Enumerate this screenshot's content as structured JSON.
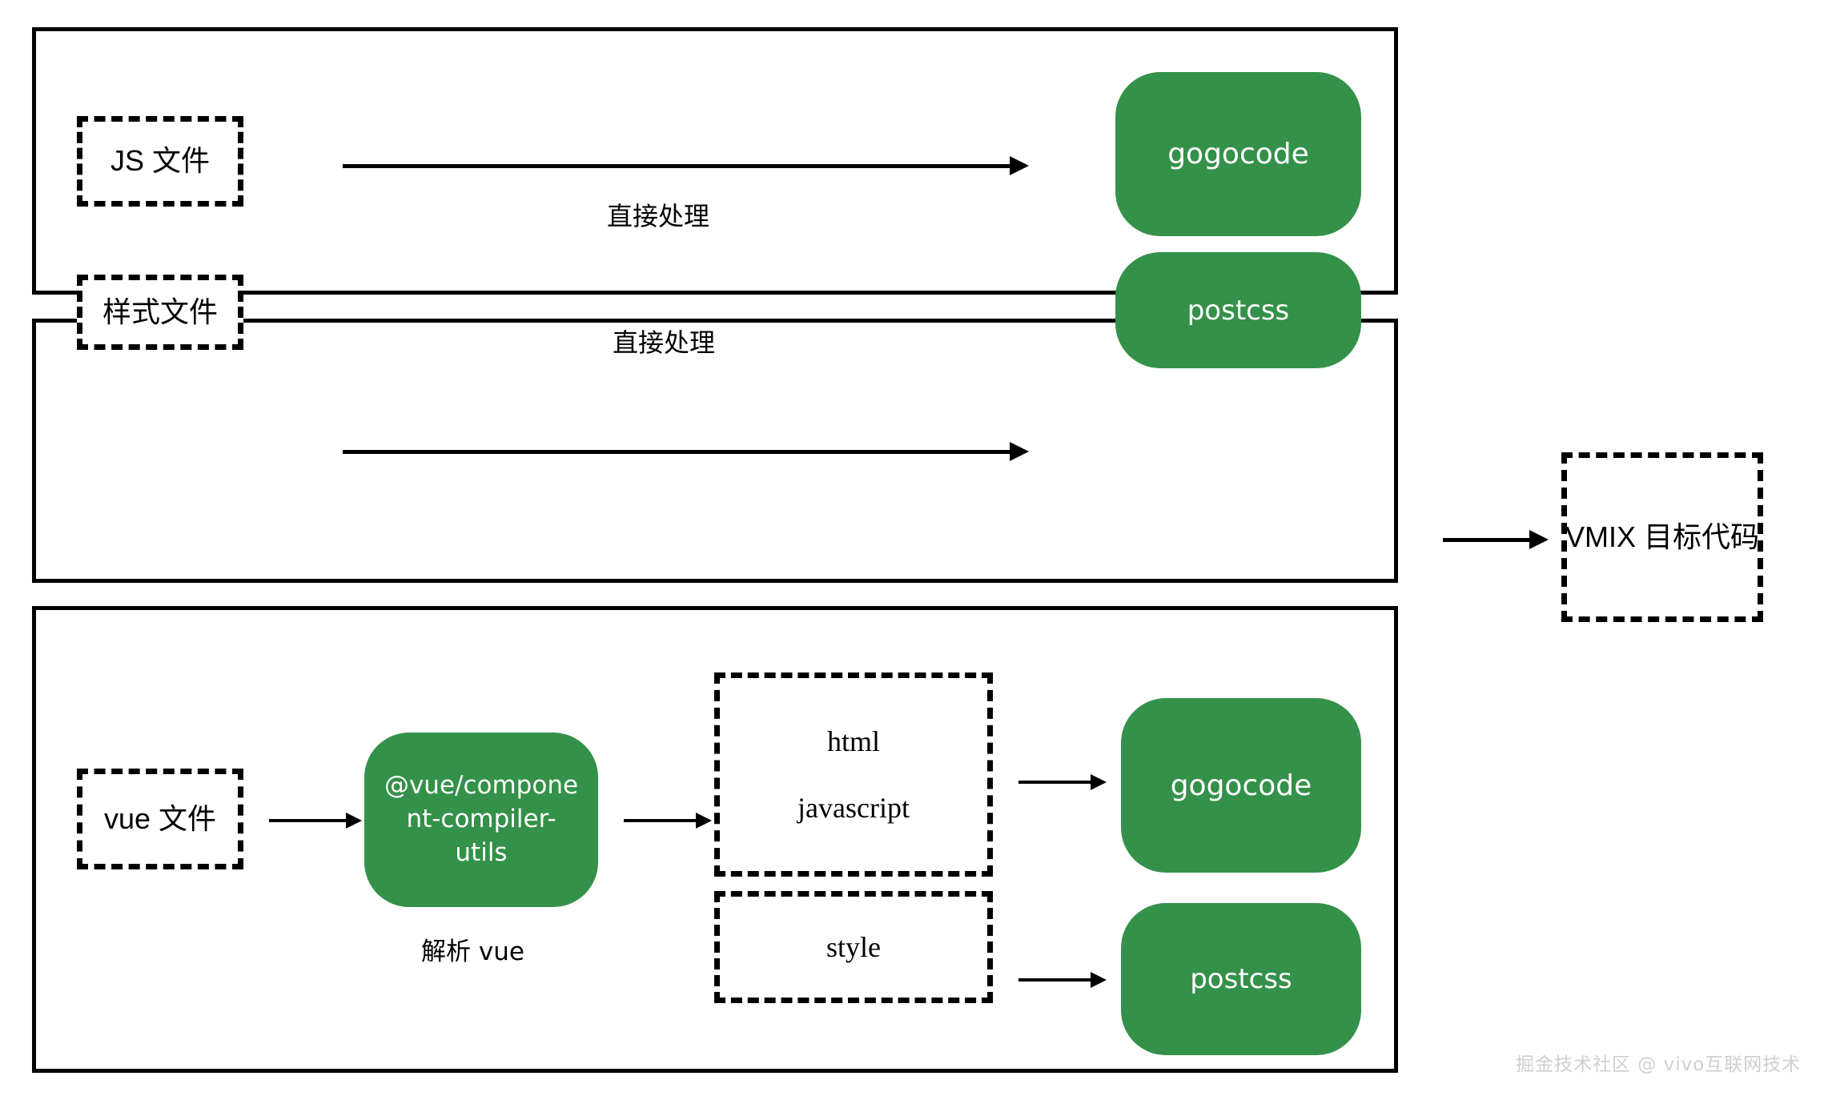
{
  "diagram": {
    "title_watermark": "掘金技术社区 @ vivo互联网技术",
    "accent_green": "#349149",
    "line_color": "#000000",
    "rows": [
      {
        "id": "js-row",
        "source_label": "JS 文件",
        "edge_label": "直接处理",
        "target_label": "gogocode"
      },
      {
        "id": "style-row",
        "source_label": "样式文件",
        "edge_label": "直接处理",
        "target_label": "postcss"
      },
      {
        "id": "vue-row",
        "source_label": "vue 文件",
        "compiler_label": "@vue/compone\nnt-compiler-\nutils",
        "compiler_line1": "@vue/compone",
        "compiler_line2": "nt-compiler-",
        "compiler_line3": "utils",
        "compiler_caption": "解析 vue",
        "artifact_html": "html",
        "artifact_javascript": "javascript",
        "artifact_style": "style",
        "target_js": "gogocode",
        "target_css": "postcss"
      }
    ],
    "output": {
      "label": "VMIX 目标代码"
    }
  }
}
